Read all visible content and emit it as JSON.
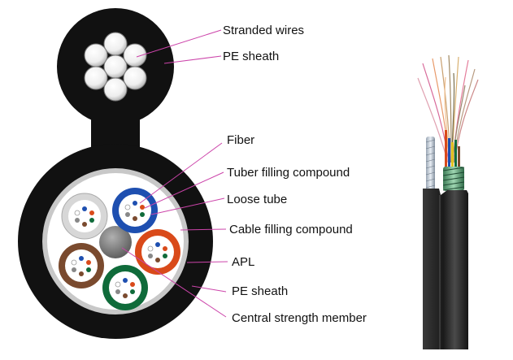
{
  "labels": {
    "stranded_wires": "Stranded wires",
    "pe_sheath_top": "PE sheath",
    "fiber": "Fiber",
    "tube_filling": "Tuber filling compound",
    "loose_tube": "Loose tube",
    "cable_filling": "Cable filling compound",
    "apl": "APL",
    "pe_sheath_bottom": "PE sheath",
    "central_member": "Central strength member"
  },
  "colors": {
    "sheath": "#111111",
    "leader_line": "#cc44aa",
    "apl_ring": "#c8c8c8",
    "filling": "#ffffff",
    "central_member": "#8a8a8a",
    "tubes": [
      "#1e4fb0",
      "#d94a1a",
      "#0f6b3a",
      "#7a4a2e",
      "#d7d7d7"
    ]
  }
}
